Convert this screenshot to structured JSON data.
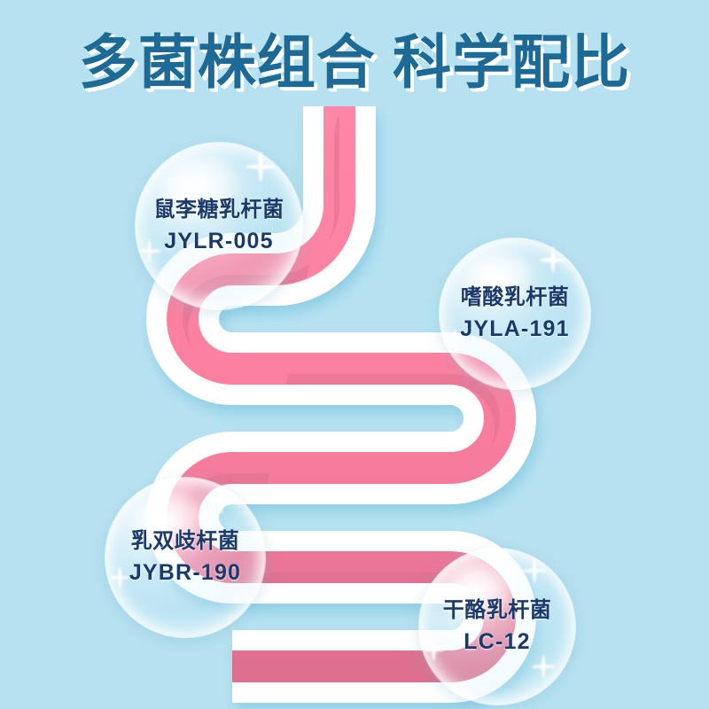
{
  "poster": {
    "background_color": "#b6e1f0",
    "headline": "多菌株组合 科学配比",
    "headline_color": "#1d6a96",
    "headline_shadow_color": "#ffffff"
  },
  "illustration": {
    "name": "intestine-illustration",
    "casing_color": "#ffffff",
    "lumen_color": "#fb7f9f",
    "lumen_shade_color": "#e0708f",
    "shadow_color": "#8fcde4"
  },
  "bubbles": [
    {
      "id": "bubble-1",
      "name": "鼠李糖乳杆菌",
      "code": "JYLR-005",
      "text_color": "#1a3a6b"
    },
    {
      "id": "bubble-2",
      "name": "嗜酸乳杆菌",
      "code": "JYLA-191",
      "text_color": "#1a3a6b"
    },
    {
      "id": "bubble-3",
      "name": "乳双歧杆菌",
      "code": "JYBR-190",
      "text_color": "#1a3a6b"
    },
    {
      "id": "bubble-4",
      "name": "干酪乳杆菌",
      "code": "LC-12",
      "text_color": "#1a3a6b"
    }
  ]
}
